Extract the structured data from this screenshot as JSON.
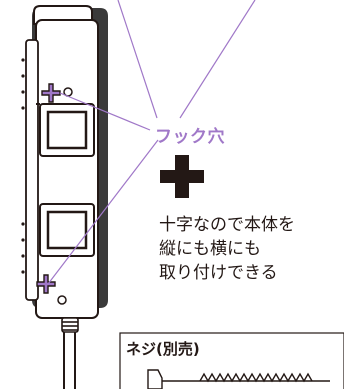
{
  "hook_label": "フック穴",
  "description": [
    "十字なので本体を",
    "縦にも横にも",
    "取り付けできる"
  ],
  "screw_box": {
    "title": "ネジ(別売)"
  },
  "colors": {
    "accent": "#a078c8",
    "ink": "#231815",
    "shadow": "#3a3a3a"
  }
}
